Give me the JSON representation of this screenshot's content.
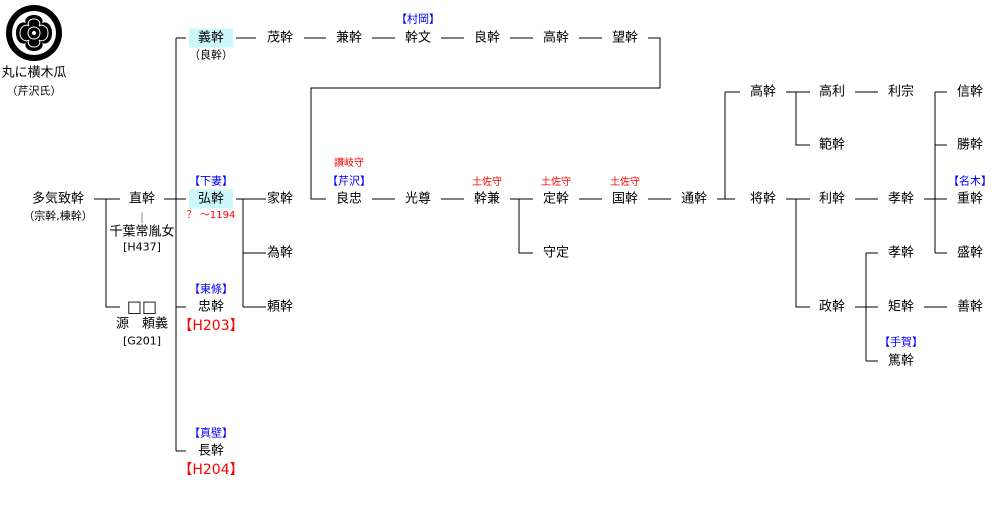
{
  "crest": {
    "icon": "maru-ni-yoko-mokko-crest-icon",
    "name": "丸に横木瓜",
    "clan": "（芹沢氏）"
  },
  "people": {
    "taki_munemoto": {
      "name": "多気致幹",
      "alias": "（宗幹,棟幹）"
    },
    "naomoto": {
      "name": "直幹",
      "spouse_mark": "|",
      "spouse": "千葉常胤女",
      "spouse_ref": "[H437]"
    },
    "unknown": {
      "name": "□□",
      "father": "源　頼義",
      "ref": "[G201]"
    },
    "yoshimoto": {
      "name": "義幹",
      "alias": "（良幹）"
    },
    "hiromoto": {
      "name": "弘幹",
      "house": "【下妻】",
      "dates": "？ ～1194"
    },
    "tadamoto": {
      "name": "忠幹",
      "house": "【東條】",
      "ref": "【H203】"
    },
    "nagamoto": {
      "name": "長幹",
      "house": "【真壁】",
      "ref": "【H204】"
    },
    "iemoto": {
      "name": "家幹"
    },
    "tamemoto": {
      "name": "為幹"
    },
    "yorimoto": {
      "name": "頼幹"
    },
    "shigemoto": {
      "name": "茂幹"
    },
    "kanemoto": {
      "name": "兼幹"
    },
    "motofumi": {
      "name": "幹文",
      "house": "【村岡】"
    },
    "yoshimoto2": {
      "name": "良幹"
    },
    "takamoto_top": {
      "name": "高幹"
    },
    "mochimoto": {
      "name": "望幹"
    },
    "yoshitada": {
      "name": "良忠",
      "title": "讃岐守",
      "house": "【芹沢】"
    },
    "mitsutaka": {
      "name": "光尊"
    },
    "motokane": {
      "name": "幹兼",
      "title": "土佐守"
    },
    "sadamoto": {
      "name": "定幹",
      "title": "土佐守"
    },
    "morisada": {
      "name": "守定"
    },
    "kunimoto": {
      "name": "国幹",
      "title": "土佐守"
    },
    "michimoto": {
      "name": "通幹"
    },
    "takamoto": {
      "name": "高幹"
    },
    "masamoto_sho": {
      "name": "将幹"
    },
    "takatoshi": {
      "name": "高利"
    },
    "norimoto": {
      "name": "範幹"
    },
    "toshimune": {
      "name": "利宗"
    },
    "toshimoto": {
      "name": "利幹"
    },
    "masamoto": {
      "name": "政幹"
    },
    "takamoto2": {
      "name": "孝幹"
    },
    "takamoto3": {
      "name": "孝幹"
    },
    "kanemoto2": {
      "name": "矩幹"
    },
    "atsumoto": {
      "name": "篤幹",
      "house": "【手賀】"
    },
    "nobumoto": {
      "name": "信幹"
    },
    "katsumoto": {
      "name": "勝幹"
    },
    "shigemoto2": {
      "name": "重幹",
      "house": "【名木】"
    },
    "morimoto": {
      "name": "盛幹"
    },
    "yoshimoto3": {
      "name": "善幹"
    }
  }
}
